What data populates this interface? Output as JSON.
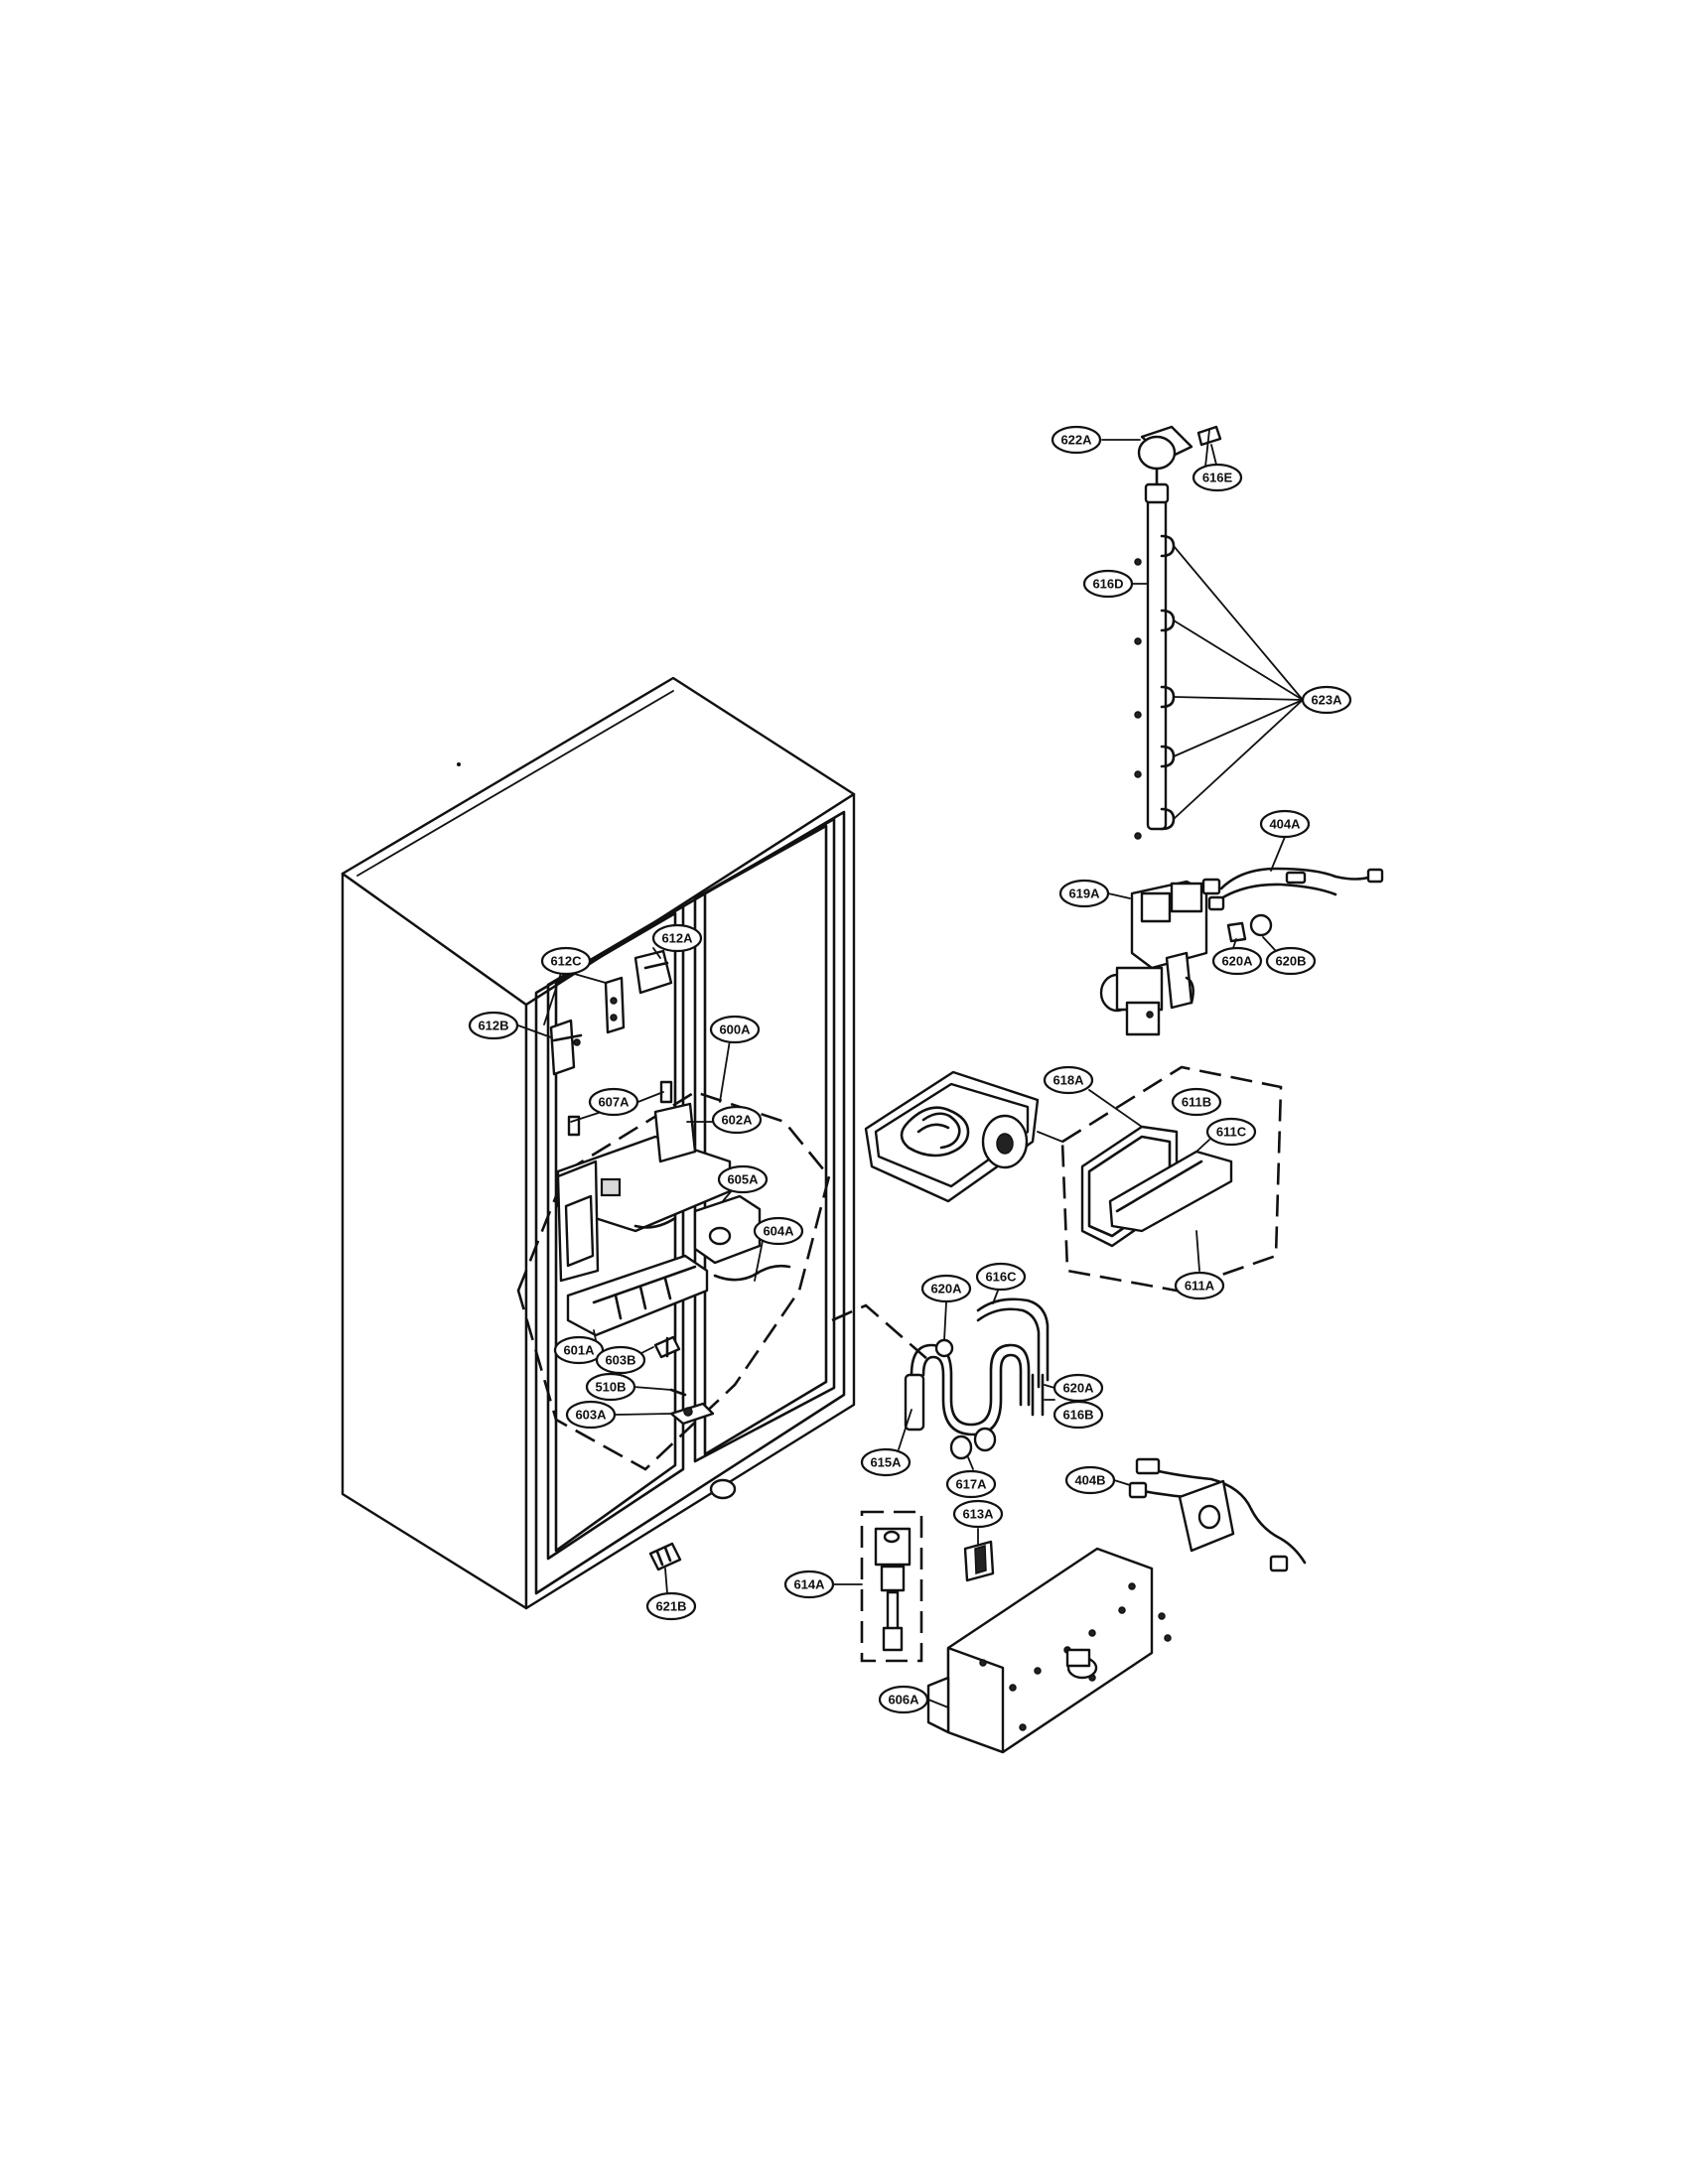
{
  "callouts": {
    "c622A": "622A",
    "c616E": "616E",
    "c616D": "616D",
    "c623A": "623A",
    "c404A": "404A",
    "c619A": "619A",
    "c620A_1": "620A",
    "c620B": "620B",
    "c612C": "612C",
    "c612A": "612A",
    "c612B": "612B",
    "c600A": "600A",
    "c607A": "607A",
    "c602A": "602A",
    "c605A": "605A",
    "c604A": "604A",
    "c601A": "601A",
    "c603B": "603B",
    "c510B": "510B",
    "c603A": "603A",
    "c618A": "618A",
    "c611B": "611B",
    "c611C": "611C",
    "c611A": "611A",
    "c620A_2": "620A",
    "c616C": "616C",
    "c620A_3": "620A",
    "c616B": "616B",
    "c615A": "615A",
    "c617A": "617A",
    "c404B": "404B",
    "c613A": "613A",
    "c614A": "614A",
    "c606A": "606A",
    "c621B": "621B"
  }
}
